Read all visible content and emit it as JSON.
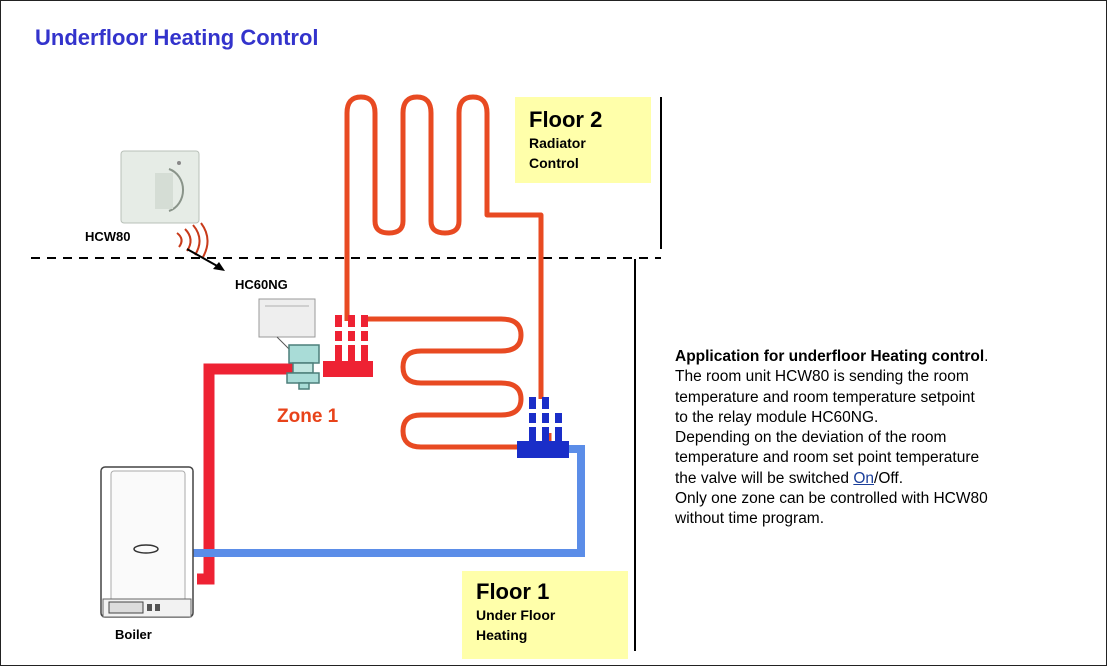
{
  "title": "Underfloor Heating Control",
  "floor2": {
    "title": "Floor 2",
    "line1": "Radiator",
    "line2": "Control"
  },
  "floor1": {
    "title": "Floor 1",
    "line1": "Under Floor",
    "line2": "Heating"
  },
  "labels": {
    "hcw80": "HCW80",
    "hc60ng": "HC60NG",
    "boiler": "Boiler",
    "zone1": "Zone 1"
  },
  "description": {
    "heading": "Application for underfloor Heating control",
    "heading_end": ".",
    "line1": "The room unit HCW80 is sending the room",
    "line2": "temperature and room temperature setpoint",
    "line3": "to the relay module HC60NG.",
    "line4": "Depending on the deviation of the room",
    "line5": "temperature and room set point temperature",
    "line6_pre": "the valve will be switched ",
    "line6_on": "On",
    "line6_post": "/Off.",
    "line7": "Only one zone can be controlled with HCW80",
    "line8": "without time program."
  },
  "colors": {
    "title": "#3333cc",
    "floor_box": "#ffffaa",
    "hot_pipe": "#ee2233",
    "coil_pipe": "#e84a22",
    "return_pipe": "#5b8de8",
    "manifold_blue": "#1a2ec8",
    "zone_label": "#e8431a"
  },
  "icons": [
    "thermostat-icon",
    "signal-waves-icon",
    "relay-module-icon",
    "valve-icon",
    "boiler-icon"
  ]
}
